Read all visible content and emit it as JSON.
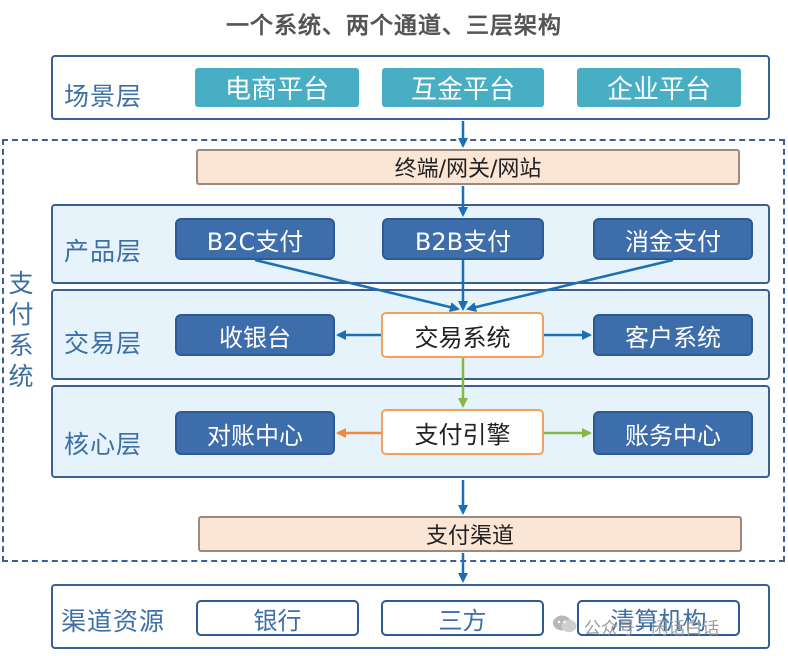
{
  "title": "一个系统、两个通道、三层架构",
  "side_label": [
    "支",
    "付",
    "系",
    "统"
  ],
  "scene_layer": {
    "label": "场景层",
    "items": [
      "电商平台",
      "互金平台",
      "企业平台"
    ]
  },
  "gateway_bar": "终端/网关/网站",
  "product_layer": {
    "label": "产品层",
    "items": [
      "B2C支付",
      "B2B支付",
      "消金支付"
    ]
  },
  "trade_layer": {
    "label": "交易层",
    "left": "收银台",
    "center": "交易系统",
    "right": "客户系统"
  },
  "core_layer": {
    "label": "核心层",
    "left": "对账中心",
    "center": "支付引擎",
    "right": "账务中心"
  },
  "channel_bar": "支付渠道",
  "resource_layer": {
    "label": "渠道资源",
    "items": [
      "银行",
      "三方",
      "清算机构"
    ]
  },
  "watermark": "公众号 · 闲话白话",
  "colors": {
    "blue_border": "#3a5f96",
    "pill_teal": "#48aec3",
    "dark_blue_box": "#3e6dac",
    "orange_border": "#f0a35e",
    "peach_bar": "#fbe6d6",
    "light_blue_bg": "#e7f3fa",
    "arrow_blue": "#1a6fb5",
    "arrow_green": "#86b74a",
    "arrow_orange": "#ef8a3c"
  }
}
